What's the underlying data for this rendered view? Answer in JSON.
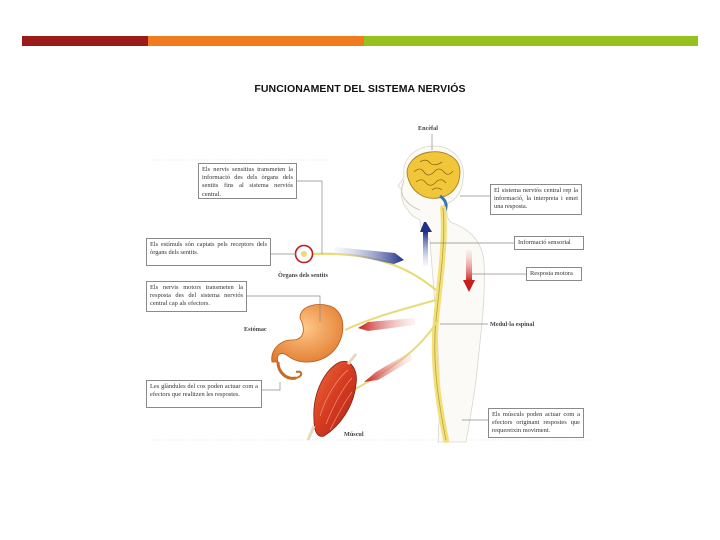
{
  "colors": {
    "bar_red": "#9b1b1b",
    "bar_orange": "#f07c1f",
    "bar_green": "#97c11f"
  },
  "title": "FUNCIONAMENT DEL SISTEMA NERVIÓS",
  "labels": {
    "encefal": "Encèfal",
    "organs": "Òrgans dels sentits",
    "estomac": "Estómac",
    "medulla": "Medul·la espinal",
    "muscul": "Múscul"
  },
  "boxes": {
    "nervis_sensitius": "Els nervis sensitius transmeten la informació des dels òrgans dels sentits fins al sistema nerviós central.",
    "estimuls": "Els estímuls són captats pels receptors dels òrgans dels sentits.",
    "nervis_motors": "Els nervis motors transmeten la resposta des del sistema nerviós central cap als efectors.",
    "glandules": "Les glàndules del cos poden actuar com a efectors que realitzen les respostes.",
    "snc": "El sistema nerviós central rep la informació, la interpreta i emet una resposta.",
    "info_sensorial": "Informació sensorial",
    "resposta_motora": "Resposta motora",
    "muscles": "Els músculs poden actuar com a efectors originant respostes que requereixin moviment."
  }
}
